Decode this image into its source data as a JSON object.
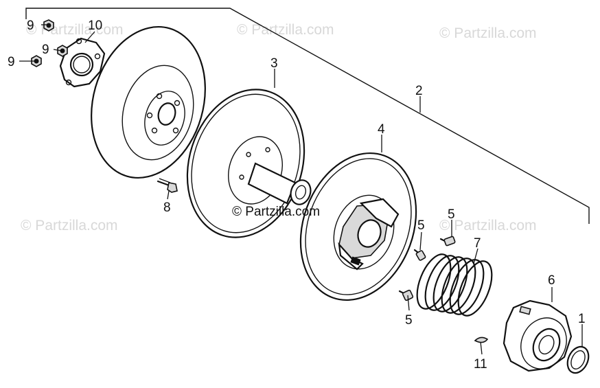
{
  "diagram": {
    "callouts": {
      "c1": "1",
      "c2": "2",
      "c3": "3",
      "c4": "4",
      "c5a": "5",
      "c5b": "5",
      "c5c": "5",
      "c6": "6",
      "c7": "7",
      "c8": "8",
      "c9a": "9",
      "c9b": "9",
      "c9c": "9",
      "c10": "10",
      "c11": "11"
    },
    "watermarks": {
      "center": "© Partzilla.com",
      "faint_1": "© Partzilla.com",
      "faint_2": "© Partzilla.com",
      "faint_3": "© Partzilla.com",
      "faint_4": "© Partzilla.com",
      "faint_5": "© Partzilla.com"
    }
  }
}
